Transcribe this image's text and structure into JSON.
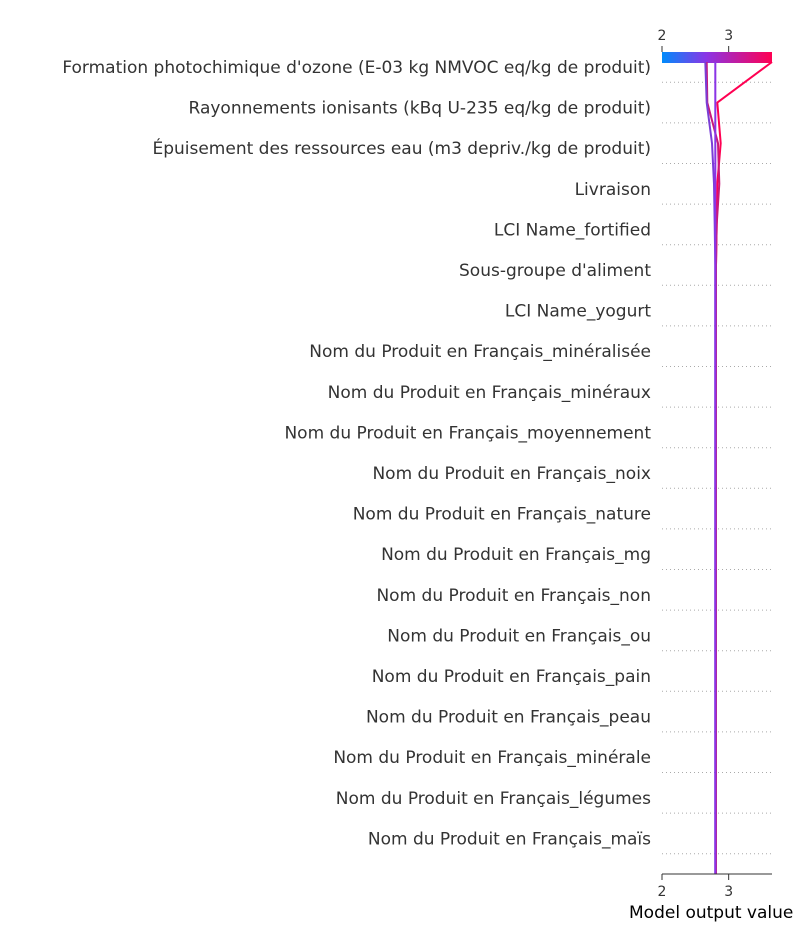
{
  "chart_data": {
    "type": "decision-plot",
    "xlabel": "Model output value",
    "xlim": [
      2.0,
      3.65
    ],
    "xticks": [
      2,
      3
    ],
    "base_value": 2.8,
    "colorbar": {
      "ticks": [
        2,
        3
      ],
      "colors": [
        "#008bfb",
        "#8a35e6",
        "#ff0052"
      ]
    },
    "features": [
      "Formation photochimique d'ozone (E-03 kg NMVOC eq/kg de produit)",
      "Rayonnements ionisants (kBq U-235 eq/kg de produit)",
      "Épuisement des ressources eau (m3 depriv./kg de produit)",
      "Livraison",
      "LCI Name_fortified",
      "Sous-groupe d'aliment",
      "LCI Name_yogurt",
      "Nom du Produit en Français_minéralisée",
      "Nom du Produit en Français_minéraux",
      "Nom du Produit en Français_moyennement",
      "Nom du Produit en Français_noix",
      "Nom du Produit en Français_nature",
      "Nom du Produit en Français_mg",
      "Nom du Produit en Français_non",
      "Nom du Produit en Français_ou",
      "Nom du Produit en Français_pain",
      "Nom du Produit en Français_peau",
      "Nom du Produit en Français_minérale",
      "Nom du Produit en Français_légumes",
      "Nom du Produit en Français_maïs"
    ],
    "series": [
      {
        "color": "#ff0052",
        "values": [
          3.65,
          2.83,
          2.88,
          2.83,
          2.82,
          2.81,
          2.81,
          2.81,
          2.81,
          2.81,
          2.81,
          2.81,
          2.81,
          2.81,
          2.81,
          2.81,
          2.81,
          2.81,
          2.81,
          2.81,
          2.81
        ]
      },
      {
        "color": "#c8197a",
        "values": [
          2.67,
          2.68,
          2.84,
          2.86,
          2.82,
          2.81,
          2.81,
          2.81,
          2.81,
          2.81,
          2.81,
          2.81,
          2.81,
          2.81,
          2.81,
          2.81,
          2.81,
          2.81,
          2.81,
          2.81,
          2.81
        ]
      },
      {
        "color": "#7a3ed6",
        "values": [
          2.65,
          2.67,
          2.75,
          2.78,
          2.79,
          2.8,
          2.8,
          2.8,
          2.8,
          2.8,
          2.8,
          2.8,
          2.8,
          2.8,
          2.8,
          2.8,
          2.8,
          2.8,
          2.8,
          2.8,
          2.8
        ]
      },
      {
        "color": "#8a35e6",
        "values": [
          2.8,
          2.8,
          2.8,
          2.8,
          2.8,
          2.8,
          2.8,
          2.8,
          2.8,
          2.8,
          2.8,
          2.8,
          2.8,
          2.8,
          2.8,
          2.8,
          2.8,
          2.8,
          2.8,
          2.8,
          2.8
        ]
      }
    ]
  }
}
